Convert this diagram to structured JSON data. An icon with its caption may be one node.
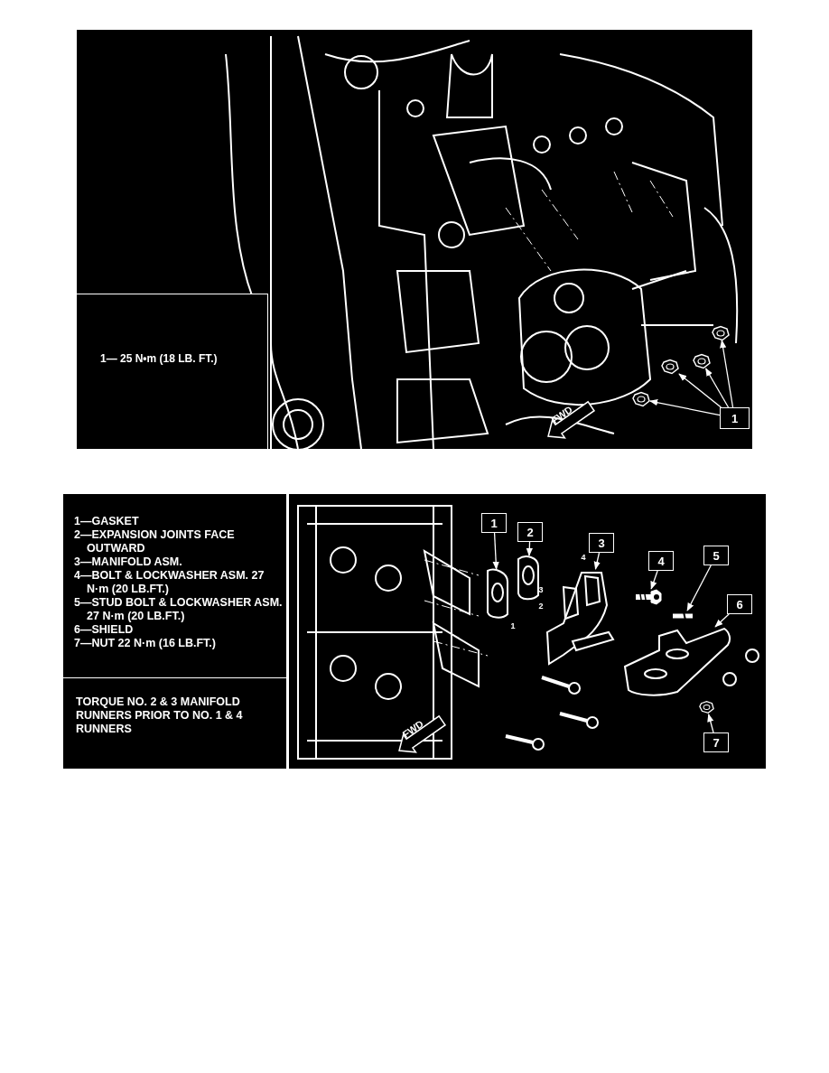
{
  "diagram": {
    "nodes": [
      {
        "text": [
          "1"
        ]
      },
      {
        "text": [],
        "shape": "picture"
      },
      {
        "text": [],
        "shape": "picture"
      },
      {
        "text": [],
        "shape": "picture"
      },
      {
        "text": [],
        "shape": "picture"
      },
      {
        "text": [
          "1"
        ]
      },
      {
        "text": [
          "2"
        ]
      },
      {
        "text": [
          "3"
        ]
      },
      {
        "text": [
          "4"
        ]
      },
      {
        "text": [
          "5"
        ]
      },
      {
        "text": [
          "6"
        ]
      },
      {
        "text": [
          "7"
        ]
      },
      {
        "text": [],
        "shape": "picture"
      },
      {
        "text": [],
        "shape": "picture"
      },
      {
        "text": [],
        "shape": "picture"
      },
      {
        "text": [],
        "shape": "picture"
      },
      {
        "text": [],
        "shape": "picture"
      },
      {
        "text": [],
        "shape": "picture"
      },
      {
        "text": [],
        "shape": "picture"
      }
    ],
    "edges": [
      {
        "from": 0,
        "to": 1,
        "arrow": "to"
      },
      {
        "from": 0,
        "to": 2,
        "arrow": "to"
      },
      {
        "from": 0,
        "to": 3,
        "arrow": "to"
      },
      {
        "from": 0,
        "to": 4,
        "arrow": "to"
      },
      {
        "from": 5,
        "to": 12,
        "arrow": "to"
      },
      {
        "from": 6,
        "to": 13,
        "arrow": "to"
      },
      {
        "from": 7,
        "to": 14,
        "arrow": "to"
      },
      {
        "from": 8,
        "to": 15,
        "arrow": "to"
      },
      {
        "from": 9,
        "to": 16,
        "arrow": "to"
      },
      {
        "from": 10,
        "to": 17,
        "arrow": "to"
      },
      {
        "from": 11,
        "to": 18,
        "arrow": "to"
      }
    ],
    "labels": [
      "1— 25 N•m (18 LB. FT.)",
      "FWD",
      "1—GASKET",
      "2—EXPANSION JOINTS FACE OUTWARD",
      "3—MANIFOLD ASM.",
      "4—BOLT & LOCKWASHER ASM. 27 N·m (20 LB.FT.)",
      "5—STUD BOLT & LOCKWASHER ASM. 27 N·m (20 LB.FT.)",
      "6—SHIELD",
      "7—NUT 22 N·m (16 LB.FT.)",
      "TORQUE NO. 2 & 3 MANIFOLD RUNNERS PRIOR TO NO. 1 & 4 RUNNERS",
      "4",
      "3",
      "2",
      "1",
      "FWD"
    ]
  }
}
